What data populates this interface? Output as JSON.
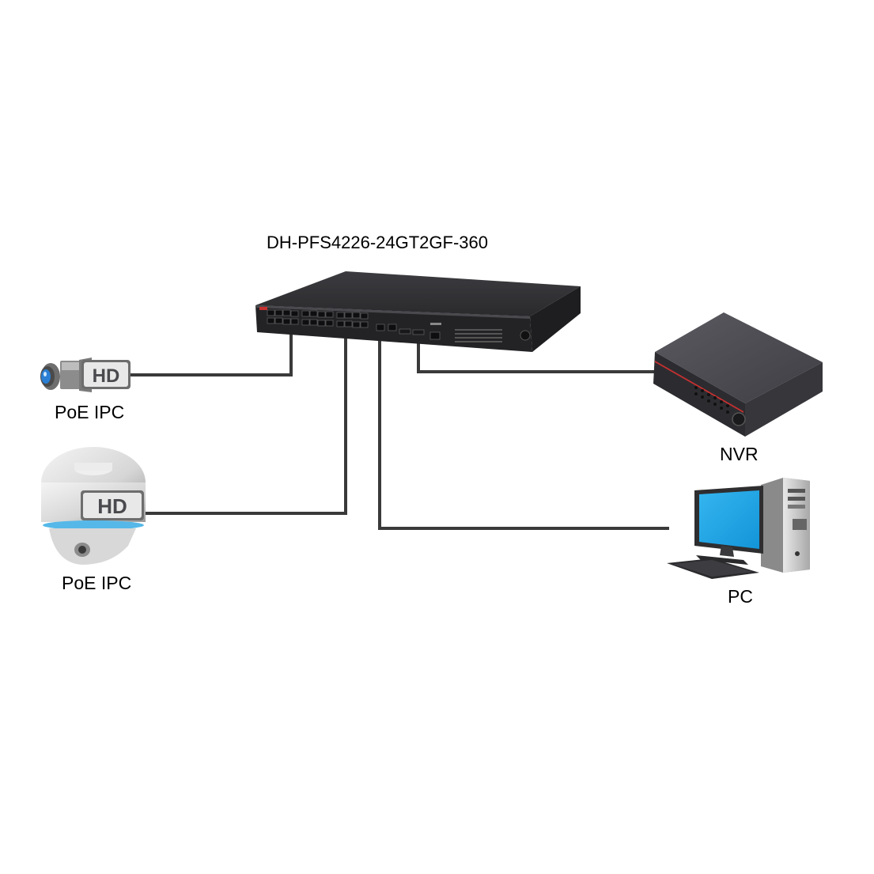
{
  "diagram": {
    "switch_model": "DH-PFS4226-24GT2GF-360",
    "devices": {
      "camera_box": {
        "label": "PoE IPC",
        "badge": "HD",
        "icon": "box-camera-icon"
      },
      "camera_dome": {
        "label": "PoE IPC",
        "badge": "HD",
        "icon": "dome-camera-icon"
      },
      "nvr": {
        "label": "NVR",
        "icon": "nvr-icon"
      },
      "pc": {
        "label": "PC",
        "icon": "desktop-pc-icon"
      }
    },
    "colors": {
      "cable": "#3a3a3a",
      "switch_body": "#2b2b2e",
      "nvr_body": "#3d3d42",
      "monitor_screen": "#1ea3e6",
      "camera_lens": "#2a7fd4",
      "dome_ring": "#55b8e8",
      "hd_badge_bg": "#e8e8e8"
    }
  }
}
